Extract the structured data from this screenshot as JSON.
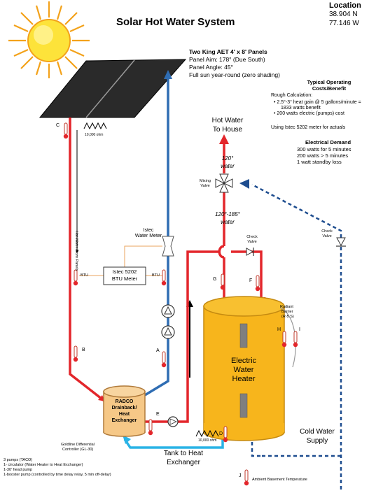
{
  "title": "Solar Hot Water System",
  "location": {
    "heading": "Location",
    "lat": "38.904 N",
    "lon": "77.146 W"
  },
  "panels_info": {
    "heading": "Two King AET 4' x 8' Panels",
    "aim": "Panel Aim: 178°  (Due South)",
    "angle": "Panel Angle: 45°",
    "sun": "Full sun year-round (zero shading)"
  },
  "operating": {
    "heading_1": "Typical Operating",
    "heading_2": "Costs/Benefit",
    "rough": "Rough Calculation:",
    "bullet_1a": "2.5°-3° heat gain @ 5 gallons/minute =",
    "bullet_1b": "1833 watts benefit",
    "bullet_2": "200 watts electric (pumps) cost",
    "meter_note": "Using Istec 5202 meter for actuals"
  },
  "electrical": {
    "heading": "Electrical Demand",
    "line_1": "300 watts for 5 minutes",
    "line_2": "200 watts > 5 minutes",
    "line_3": "1 watt standby loss"
  },
  "labels": {
    "hot_water_1": "Hot Water",
    "hot_water_2": "To House",
    "temp_120": "120°",
    "water_1": "water",
    "mixing_1": "Mixing",
    "mixing_2": "Valve",
    "temp_range": "120°-185°",
    "water_2": "water",
    "check_valve_top_1": "Check",
    "check_valve_top_2": "Valve",
    "check_valve_right_1": "Check",
    "check_valve_right_2": "Valve",
    "hot_water_from_panels": "Hot Water From Panels",
    "ohm_top": "10,000 ohm",
    "ohm_bottom": "10,000 ohm",
    "istec_water_meter_1": "Istec",
    "istec_water_meter_2": "Water Meter",
    "btu_meter_1": "Istec 5202",
    "btu_meter_2": "BTU Meter",
    "btu_left": "BTU",
    "btu_right": "BTU",
    "heater_1": "Electric",
    "heater_2": "Water",
    "heater_3": "Heater",
    "radiant_1": "Radiant",
    "radiant_2": "Barrier",
    "radiant_3": "(R-5 S)",
    "tank_1": "RADCO",
    "tank_2": "Drainback/",
    "tank_3": "Heat",
    "tank_4": "Exchanger",
    "tank_to_hx_1": "Tank to Heat",
    "tank_to_hx_2": "Exchanger",
    "cold_water_1": "Cold Water",
    "cold_water_2": "Supply",
    "controller_1": "Goldline Differential",
    "controller_2": "Controller (GL-30)",
    "pumps_1": "3 pumps (TACO)",
    "pumps_2": "1- circulator (Water Heater to Heat Exchanger)",
    "pumps_3": "1-30' head pump",
    "pumps_4": "1-booster pump (controlled by time delay relay, 5 min off-delay)",
    "ambient": "Ambient Basement Temperature"
  },
  "sensors": {
    "A": "A",
    "B": "B",
    "C": "C",
    "D": "D",
    "E": "E",
    "F": "F",
    "G": "G",
    "H": "H",
    "I": "I",
    "J": "J"
  },
  "colors": {
    "hot_pipe": "#e3262b",
    "cold_pipe": "#2f6db3",
    "light_blue_pipe": "#2ab3e6",
    "dashed_blue": "#1e4d8f",
    "heater_fill": "#f7b51c",
    "tank_fill": "#f6c887",
    "panel": "#2a2a2a",
    "sun": "#fde33a",
    "meter_line": "#e8a35c"
  },
  "icons": [
    "sun-icon",
    "thermometer-icon",
    "pump-icon",
    "check-valve-icon",
    "mixing-valve-icon",
    "flow-meter-icon",
    "resistor-icon"
  ]
}
